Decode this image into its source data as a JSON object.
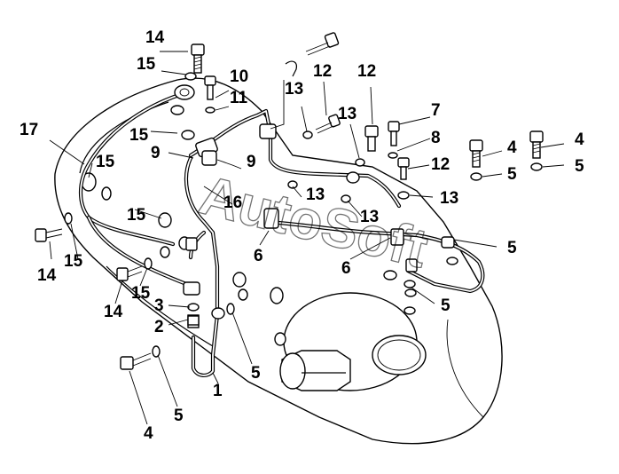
{
  "watermark": "AutoSoft",
  "callouts": [
    {
      "label": "14"
    },
    {
      "label": "15"
    },
    {
      "label": "10"
    },
    {
      "label": "11"
    },
    {
      "label": "12"
    },
    {
      "label": "13"
    },
    {
      "label": "12"
    },
    {
      "label": "13"
    },
    {
      "label": "7"
    },
    {
      "label": "8"
    },
    {
      "label": "4"
    },
    {
      "label": "4"
    },
    {
      "label": "5"
    },
    {
      "label": "5"
    },
    {
      "label": "12"
    },
    {
      "label": "13"
    },
    {
      "label": "17"
    },
    {
      "label": "15"
    },
    {
      "label": "9"
    },
    {
      "label": "9"
    },
    {
      "label": "15"
    },
    {
      "label": "13"
    },
    {
      "label": "15"
    },
    {
      "label": "16"
    },
    {
      "label": "13"
    },
    {
      "label": "6"
    },
    {
      "label": "6"
    },
    {
      "label": "5"
    },
    {
      "label": "5"
    },
    {
      "label": "14"
    },
    {
      "label": "15"
    },
    {
      "label": "15"
    },
    {
      "label": "14"
    },
    {
      "label": "3"
    },
    {
      "label": "2"
    },
    {
      "label": "5"
    },
    {
      "label": "1"
    },
    {
      "label": "5"
    },
    {
      "label": "4"
    }
  ]
}
